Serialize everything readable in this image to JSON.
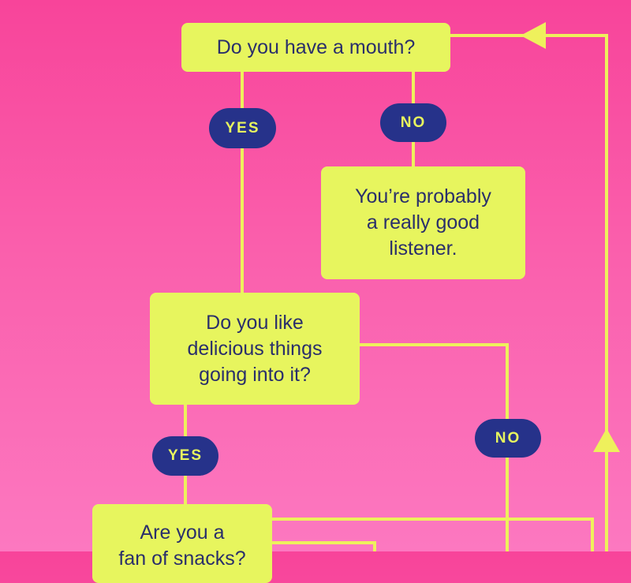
{
  "colors": {
    "background_top": "#f8449a",
    "background_bottom": "#fc78c0",
    "box_fill": "#e7f55e",
    "box_text": "#2a2f6b",
    "pill_fill": "#26328a",
    "pill_text": "#e7f55e",
    "connector": "#eef05c"
  },
  "nodes": {
    "question_mouth": "Do you have a mouth?",
    "answer_listener": "You’re probably\na really good\nlistener.",
    "question_delicious": "Do you like\ndelicious things\ngoing into it?",
    "question_fan": "Are you a\nfan of snacks?"
  },
  "labels": {
    "yes_1": "YES",
    "no_1": "NO",
    "yes_2": "YES",
    "no_2": "NO"
  },
  "icons": {
    "arrow_top": "triangle-left-icon",
    "arrow_right": "triangle-up-icon"
  }
}
